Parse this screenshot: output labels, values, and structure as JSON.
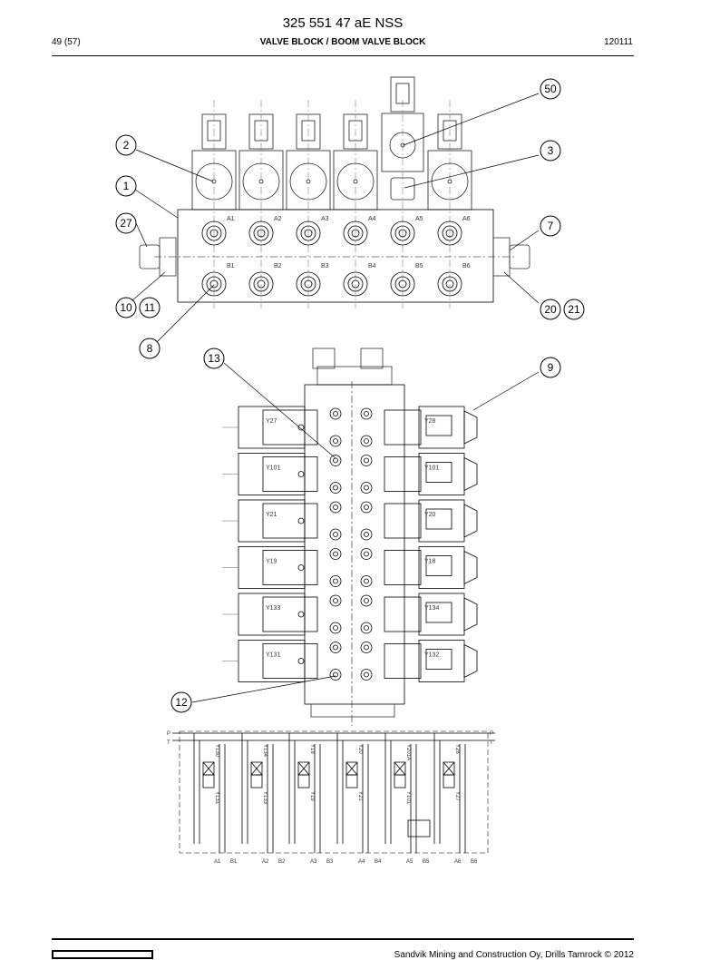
{
  "header": {
    "doc_number": "325 551 47 aE NSS",
    "page": "49 (57)",
    "title": "VALVE BLOCK / BOOM VALVE BLOCK",
    "date_code": "120111"
  },
  "footer": {
    "copyright": "Sandvik Mining and Construction Oy, Drills Tamrock © 2012"
  },
  "callouts": [
    "50",
    "2",
    "3",
    "1",
    "27",
    "7",
    "10",
    "11",
    "20",
    "21",
    "8",
    "13",
    "9",
    "12"
  ],
  "ports_a": [
    "A1",
    "A2",
    "A3",
    "A4",
    "A5",
    "A6"
  ],
  "ports_b": [
    "B1",
    "B2",
    "B3",
    "B4",
    "B5",
    "B6"
  ],
  "coils_left": [
    "Y27",
    "Y101",
    "Y21",
    "Y19",
    "Y133",
    "Y131"
  ],
  "coils_right": [
    "Y28",
    "Y101",
    "Y20",
    "Y18",
    "Y134",
    "Y132"
  ],
  "schematic": {
    "p_label": "P",
    "t_label": "T",
    "valve_top": [
      "Y130",
      "Y134",
      "Y18",
      "Y20",
      "Y201A",
      "Y28"
    ],
    "valve_bottom": [
      "Y131",
      "Y133",
      "Y19",
      "Y21",
      "Y101",
      "Y27"
    ],
    "outputs": [
      "A1",
      "B1",
      "A2",
      "B2",
      "A3",
      "B3",
      "A4",
      "B4",
      "A5",
      "B5",
      "A6",
      "B6"
    ]
  }
}
